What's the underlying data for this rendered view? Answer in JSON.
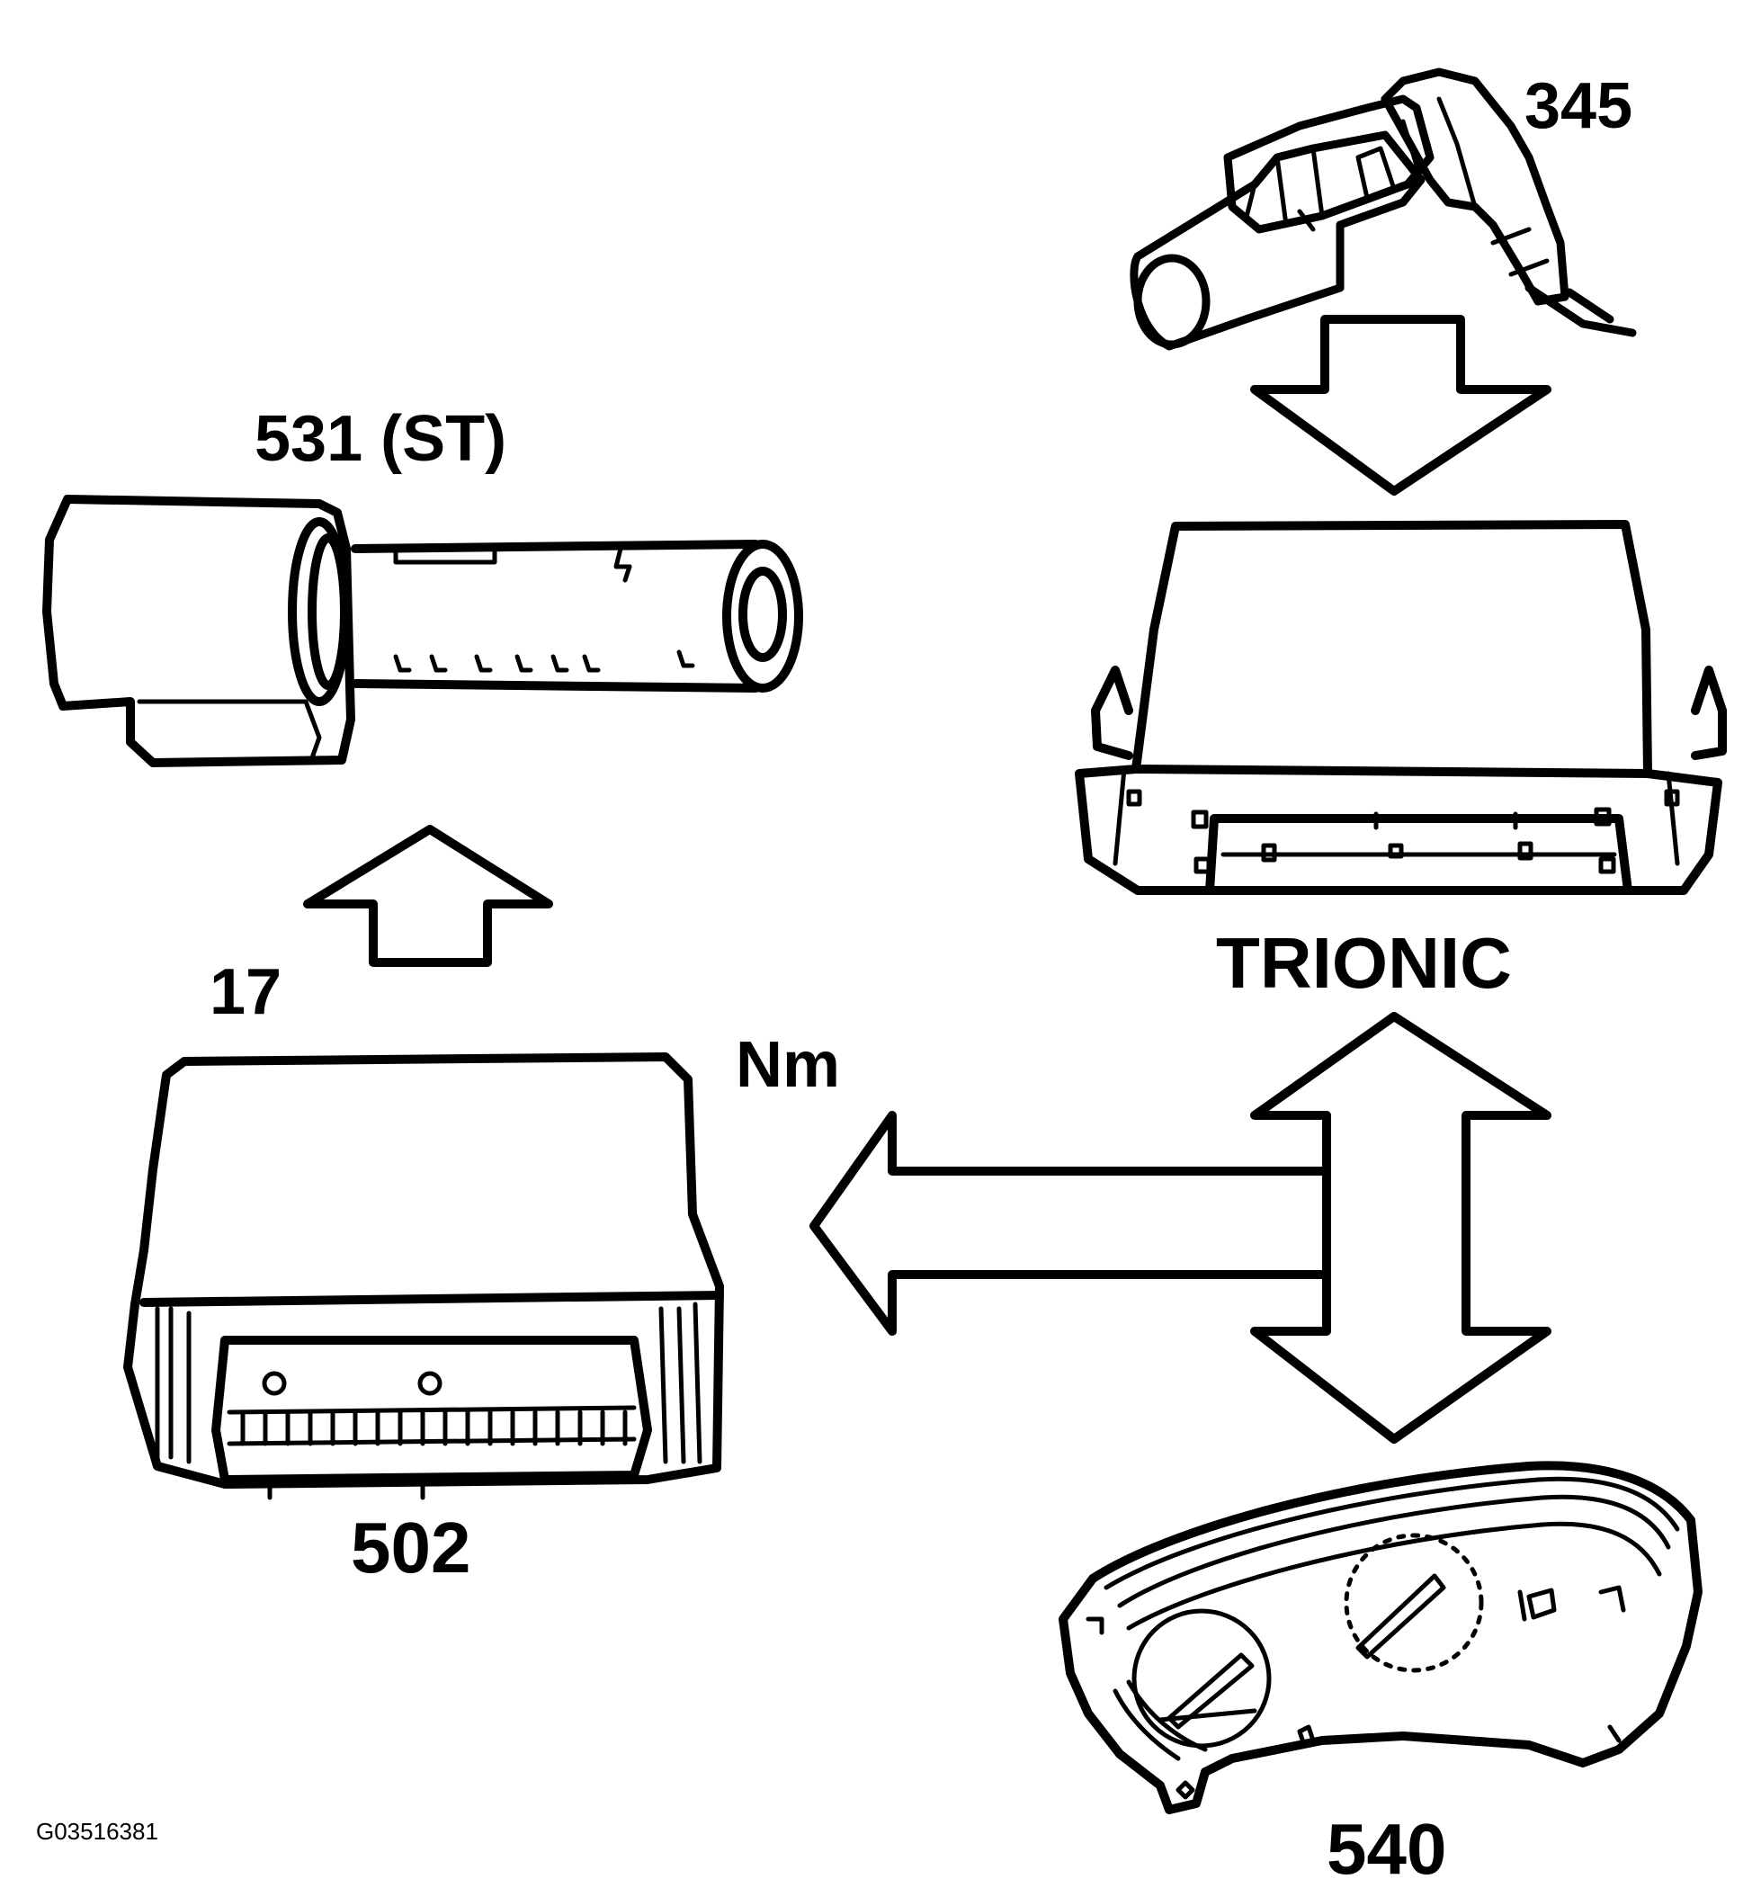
{
  "labels": {
    "sensor_345": "345",
    "ignition_switch": "531 (ST)",
    "trionic": "TRIONIC",
    "ecu_502": "502",
    "label_17": "17",
    "nm": "Nm",
    "instrument_540": "540",
    "figure_code": "G03516381"
  },
  "colors": {
    "line": "#000000",
    "background": "#ffffff"
  }
}
